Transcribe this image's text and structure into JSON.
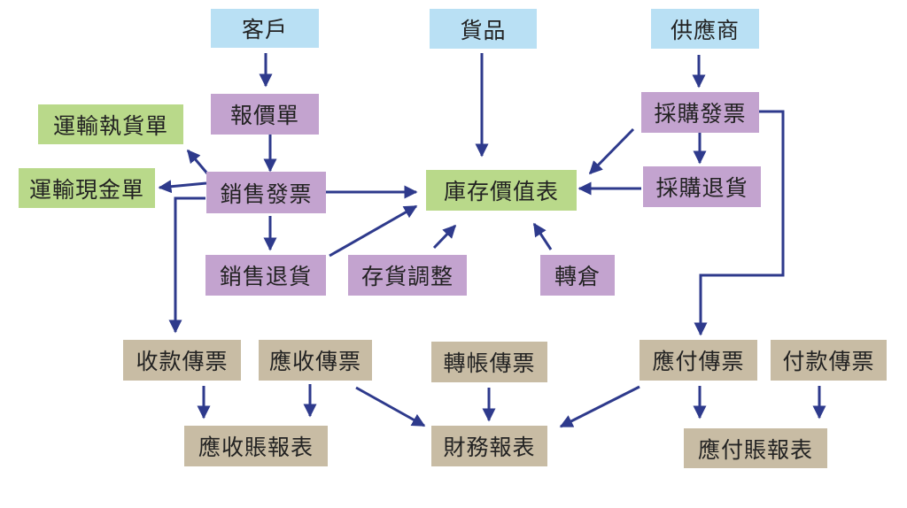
{
  "colors": {
    "source": "#b9e0f4",
    "document": "#c3a3cf",
    "shipping": "#b9d98a",
    "finance": "#c8bca4",
    "arrow": "#2e3a8c"
  },
  "nodes": {
    "customer": "客戶",
    "goods": "貨品",
    "supplier": "供應商",
    "quotation": "報價單",
    "purchase_invoice": "採購發票",
    "shipping_receipt": "運輸執貨單",
    "shipping_cash": "運輸現金單",
    "sales_invoice": "銷售發票",
    "inventory_value": "庫存價值表",
    "purchase_return": "採購退貨",
    "sales_return": "銷售退貨",
    "stock_adjust": "存貨調整",
    "transfer": "轉倉",
    "receipt_voucher": "收款傳票",
    "receivable_voucher": "應收傳票",
    "journal_voucher": "轉帳傳票",
    "payable_voucher": "應付傳票",
    "payment_voucher": "付款傳票",
    "receivable_report": "應收賬報表",
    "financial_report": "財務報表",
    "payable_report": "應付賬報表"
  }
}
